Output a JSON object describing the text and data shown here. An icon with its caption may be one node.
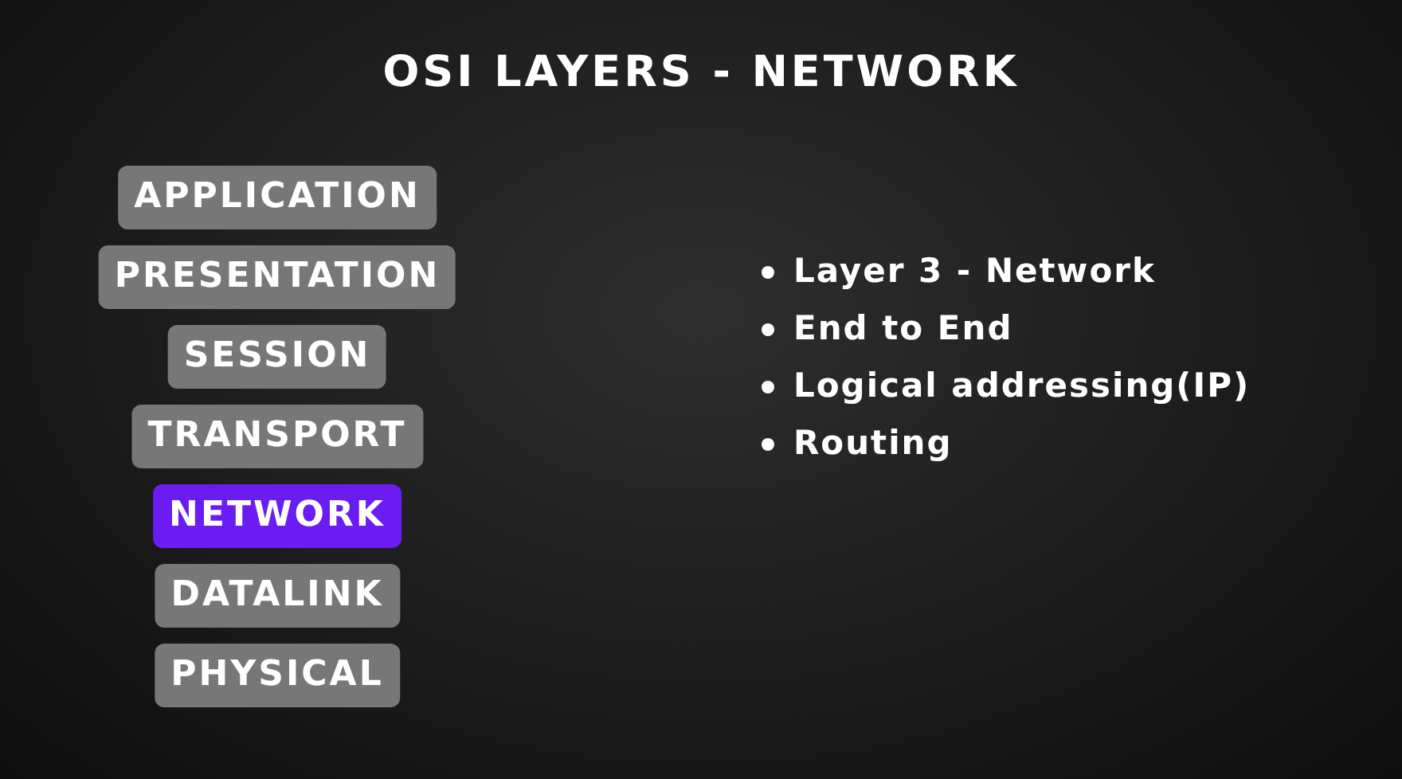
{
  "diagram": {
    "title": "OSI LAYERS - NETWORK",
    "nodes": [
      {
        "text": [
          "APPLICATION"
        ]
      },
      {
        "text": [
          "PRESENTATION"
        ]
      },
      {
        "text": [
          "SESSION"
        ]
      },
      {
        "text": [
          "TRANSPORT"
        ]
      },
      {
        "text": [
          "NETWORK"
        ]
      },
      {
        "text": [
          "DATALINK"
        ]
      },
      {
        "text": [
          "PHYSICAL"
        ]
      }
    ],
    "edges": [],
    "labels": [
      "Layer 3 - Network",
      "End to End",
      "Logical addressing(IP)",
      "Routing"
    ]
  }
}
